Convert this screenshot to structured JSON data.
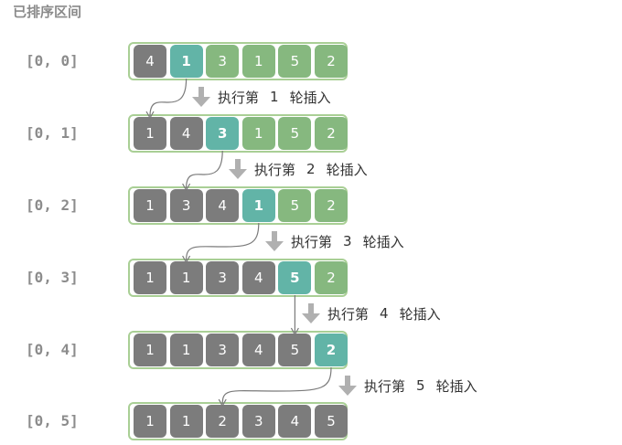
{
  "title": "已排序区间",
  "rows": [
    {
      "range": "[0, 0]",
      "values": [
        "4",
        "1",
        "3",
        "1",
        "5",
        "2"
      ],
      "sorted_count": 1,
      "current": 1
    },
    {
      "range": "[0, 1]",
      "values": [
        "1",
        "4",
        "3",
        "1",
        "5",
        "2"
      ],
      "sorted_count": 2,
      "current": 2
    },
    {
      "range": "[0, 2]",
      "values": [
        "1",
        "3",
        "4",
        "1",
        "5",
        "2"
      ],
      "sorted_count": 3,
      "current": 3
    },
    {
      "range": "[0, 3]",
      "values": [
        "1",
        "1",
        "3",
        "4",
        "5",
        "2"
      ],
      "sorted_count": 4,
      "current": 4
    },
    {
      "range": "[0, 4]",
      "values": [
        "1",
        "1",
        "3",
        "4",
        "5",
        "2"
      ],
      "sorted_count": 5,
      "current": 5
    },
    {
      "range": "[0, 5]",
      "values": [
        "1",
        "1",
        "2",
        "3",
        "4",
        "5"
      ],
      "sorted_count": 6,
      "current": -1
    }
  ],
  "steps": [
    {
      "prefix": "执行第",
      "num": "1",
      "suffix": "轮插入",
      "from_index": 1,
      "to_index": 0
    },
    {
      "prefix": "执行第",
      "num": "2",
      "suffix": "轮插入",
      "from_index": 2,
      "to_index": 1
    },
    {
      "prefix": "执行第",
      "num": "3",
      "suffix": "轮插入",
      "from_index": 3,
      "to_index": 1
    },
    {
      "prefix": "执行第",
      "num": "4",
      "suffix": "轮插入",
      "from_index": 4,
      "to_index": 4
    },
    {
      "prefix": "执行第",
      "num": "5",
      "suffix": "轮插入",
      "from_index": 5,
      "to_index": 2
    }
  ],
  "colors": {
    "sorted": "#7c7c7c",
    "unsorted": "#86b87f",
    "current": "#62b4a7",
    "border": "#a9cf95",
    "arrow": "#b0b0b0",
    "curve": "#7a7a7a"
  }
}
